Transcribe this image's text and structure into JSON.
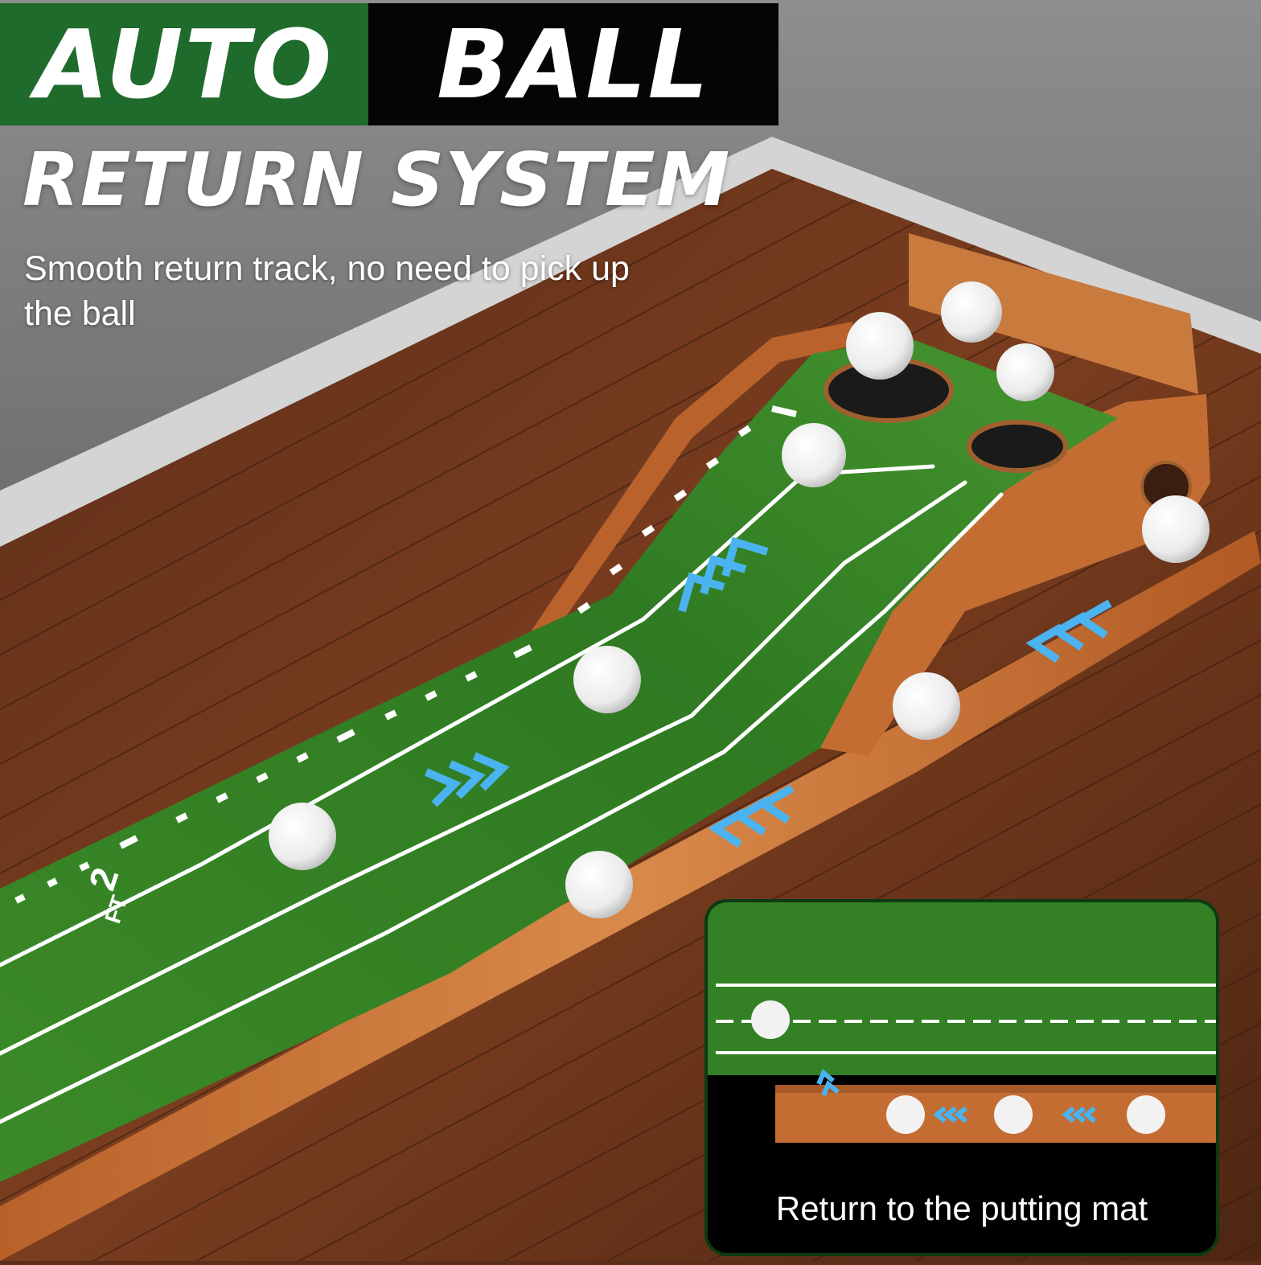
{
  "headline": {
    "word_1": "AUTO",
    "word_2": "BALL",
    "subtitle": "RETURN SYSTEM"
  },
  "description": "Smooth return track, no need to pick up the ball",
  "mat_marking": {
    "distance_number": "2",
    "distance_unit": "FT"
  },
  "inset": {
    "caption": "Return to the putting mat"
  },
  "colors": {
    "brand_green": "#1f6b2b",
    "black": "#050505",
    "turf_green": "#3f8a2a",
    "wood": "#c8733a",
    "floor": "#6b341c",
    "arrow_blue": "#4ab3f0",
    "text": "#ffffff"
  },
  "icons": [
    "golf-ball-icon",
    "chevron-arrow-icon",
    "cup-hole-icon"
  ]
}
